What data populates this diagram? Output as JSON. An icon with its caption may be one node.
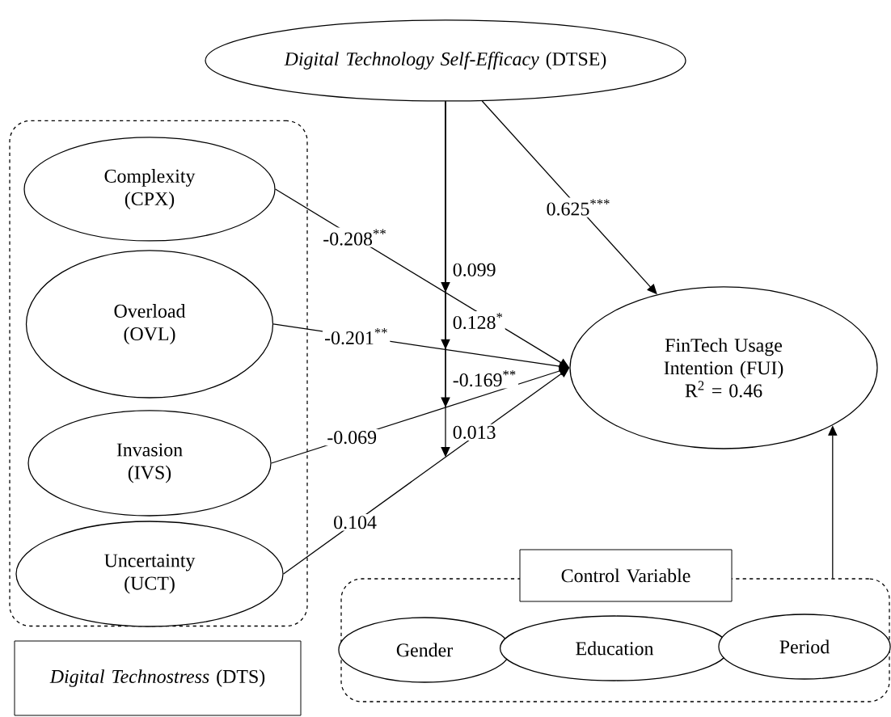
{
  "diagram": {
    "nodes": [
      {
        "text": [
          "*Digital Technology Self-Efficacy* (DTSE)"
        ]
      },
      {
        "text": [
          "*Digital Technostress* (DTS)"
        ]
      },
      {
        "text": [
          "Complexity (CPX)"
        ],
        "in": 1
      },
      {
        "text": [
          "Overload (OVL)"
        ],
        "in": 1
      },
      {
        "text": [
          "Invasion (IVS)"
        ],
        "in": 1
      },
      {
        "text": [
          "Uncertainty (UCT)"
        ],
        "in": 1
      },
      {
        "text": [
          "FinTech Usage Intention (FUI)",
          "R$^{2}$ = 0.46"
        ]
      },
      {
        "text": [
          "Control Variable"
        ]
      },
      {
        "text": [
          "Gender"
        ],
        "in": 7
      },
      {
        "text": [
          "Education"
        ],
        "in": 7
      },
      {
        "text": [
          "Period"
        ],
        "in": 7
      }
    ],
    "edges": [
      {
        "from": 2,
        "to": 6,
        "arrow": "to",
        "label": "-0.208$^{**}$"
      },
      {
        "from": 3,
        "to": 6,
        "arrow": "to",
        "label": "-0.201$^{**}$"
      },
      {
        "from": 4,
        "to": 6,
        "arrow": "to",
        "label": "-0.069"
      },
      {
        "from": 5,
        "to": 6,
        "arrow": "to",
        "label": "0.104"
      },
      {
        "from": 0,
        "to": 6,
        "arrow": "to",
        "label": "0.625$^{***}$"
      },
      {
        "from": 7,
        "to": 6,
        "arrow": "to"
      },
      {
        "from": 0,
        "to": null,
        "arrow": "to",
        "label": "0.099"
      },
      {
        "from": 0,
        "to": null,
        "arrow": "to",
        "label": "0.128$^{*}$"
      },
      {
        "from": 0,
        "to": null,
        "arrow": "to",
        "label": "-0.169$^{**}$"
      },
      {
        "from": 0,
        "to": null,
        "arrow": "to",
        "label": "0.013"
      }
    ]
  }
}
